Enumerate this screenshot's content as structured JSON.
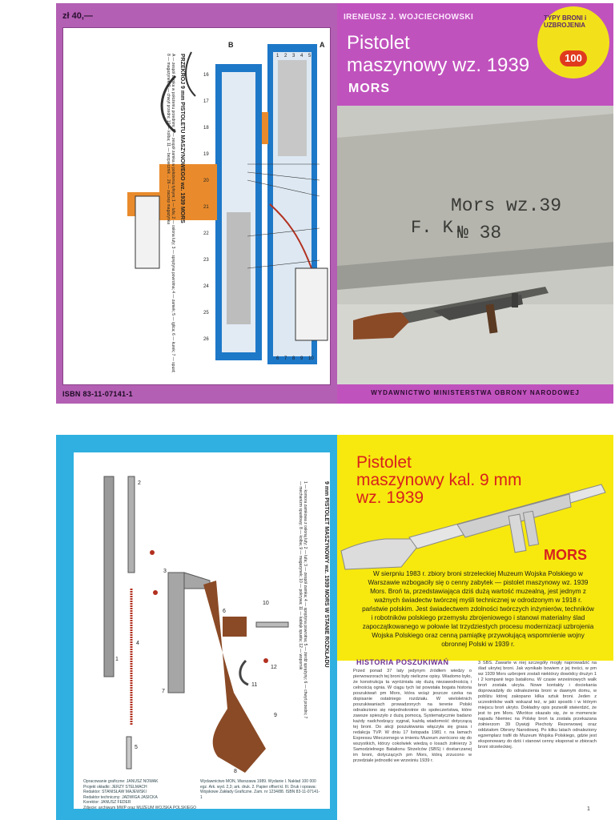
{
  "back_cover": {
    "price": "zł 40,—",
    "isbn": "ISBN 83-11-07141-1",
    "cross_section_title": "PRZEKRÓJ 9 mm PISTOLETU MASZYNOWEGO wz. 1939 MORS",
    "cross_section_text": "A — zespół zamka w położeniu przednim; B — zespół zamka w położeniu tylnym; 1 — lufa; 2 — osłona lufy; 3 — sprężyna powrotna; 4 — zamek; 5 — iglica; 6 — kurek; 7 — spust; 8 — magazynek; 9 — chwyt przedni; 10 — kolba; 11 — bezpiecznik ... 26 — zaczep magazynka",
    "marks_a": [
      "1",
      "2",
      "3",
      "4",
      "5",
      "6",
      "7",
      "8",
      "9",
      "10"
    ],
    "marks_b": [
      "16",
      "17",
      "18",
      "19",
      "20",
      "21",
      "22",
      "23",
      "24",
      "25",
      "26"
    ],
    "section_labels": [
      "A",
      "B"
    ]
  },
  "front_cover": {
    "author": "IRENEUSZ J. WOJCIECHOWSKI",
    "title_line1": "Pistolet",
    "title_line2": "maszynowy wz. 1939",
    "subtitle": "MORS",
    "series_ring": "TYPY BRONI i UZBROJENIA",
    "series_number": "100",
    "stamp_line1": "Mors wz.39",
    "stamp_line2": "F. K.",
    "stamp_line3": "№ 38",
    "publisher": "WYDAWNICTWO MINISTERSTWA OBRONY NARODOWEJ"
  },
  "exploded_view": {
    "title": "9 mm PISTOLET MASZYNOWY wz. 1939 MORS W STANIE ROZKŁADU",
    "legend": "1 — komora zamkowa z osłoną lufy; 2 — lufa; 3 — zespół zamka; 4 — sprężyna powrotna; 5 — żerdź sprężyny; 6 — chwyt przedni; 7 — mechanizm spustowy; 8 — kolba; 9 — magazynek; 10 — pokrywa; 11 — kabłąk spustu; 12 — wspornik",
    "part_numbers": [
      "1",
      "2",
      "3",
      "4",
      "5",
      "6",
      "7",
      "8",
      "9",
      "10",
      "11",
      "12"
    ],
    "credits_left": "Opracowanie graficzne: JANUSZ NOWAK\nProjekt okładki: JERZY STELMACH\nRedaktor: STANISŁAW MAJEWSKI\nRedaktor techniczny: JADWIGA JASICKA\nKorektor: JANUSZ FEDER\nZdjęcie: archiwum MWP oraz MUZEUM WOJSKA POLSKIEGO",
    "credits_right": "Wydawnictwo MON, Warszawa 1989. Wydanie I. Nakład 100 000 egz. Ark. wyd. 2,3; ark. druk. 2. Papier offset kl. III. Druk i oprawa: Wojskowe Zakłady Graficzne. Zam. nr 1234/88. ISBN 83-11-07141-1"
  },
  "first_page": {
    "title_line1": "Pistolet",
    "title_line2": "maszynowy kal. 9 mm",
    "title_line3": "wz. 1939",
    "mors": "MORS",
    "intro": "W sierpniu 1983 r. zbiory broni strzeleckiej Muzeum Wojska Polskiego w Warszawie wzbogaciły się o cenny zabytek — pistolet maszynowy wz. 1939 Mors. Broń ta, przedstawiająca dziś dużą wartość muzealną, jest jednym z ważnych świadectw twórczej myśli technicznej w odrodzonym w 1918 r. państwie polskim. Jest świadectwem zdolności twórczych inżynierów, techników i robotników polskiego przemysłu zbrojeniowego i stanowi materialny ślad zapoczątkowanego w połowie lat trzydziestych procesu modernizacji uzbrojenia Wojska Polskiego oraz cenną pamiątkę przywołującą wspomnienie wojny obronnej Polski w 1939 r.",
    "section_heading": "HISTORIA POSZUKIWAŃ",
    "column1": "Przed ponad 37 laty jedynym źródłem wiedzy o pierwowzorach tej broni były nieliczne opisy. Wiadomo było, że konstrukcja ta wyróżniała się dużą niezawodnością i celnością ognia. W ciągu tych lat powstała bogata historia poszukiwań pm Mors, która wciąż jeszcze czeka na dopisanie ostatniego rozdziału. W wieloletnich poszukiwaniach prowadzonych na terenie Polski odnaleziono się niejednokrotnie do społeczeństwa, które zawsze spieszyło z dużą pomocą. Systematycznie badano każdy nadchodzący sygnał, każdą wiadomość dotyczącą tej broni. Do akcji poszukiwania włączyła się grasa i redakcja TVP. W dniu 17 listopada 1981 r. na łamach Expressu Wieczornego w imieniu Muzeum zwrócono się do wszystkich, którzy cokolwiek wiedzą o losach żołnierzy 3 Samodzielnego Batalionu Strzelców (SBS) i dostarczanej im broni, dotyczących pm Mors, którą zrzucono w przedziale jednostki we wrześniu 1939 r.",
    "column2": "3 SBS. Zawarte w niej szczegóły mogły naprowadzić na ślad ukrytej broni. Jak wynikało bowiem z jej treści, w pm wz 1939 Mors uzbrojeni zostali niektórzy dowódcy drużyn 1 i 2 kompanii tego batalionu. W czasie wrześniowych walk broń została ukryta. Nowe kontakty i dociekania doprowadziły do odnalezienia broni w dawnym domu, w pobliżu której zakopano kilka sztuk broni. Jeden z uczestników walk wskazał też, w jaki sposób i w którym miejscu broń ukryto. Dokładny opis pozwolił stwierdzić, że jest to pm Mors. Wkrótce okazało się, że w momencie napadu Niemiec na Polskę broń ta została przekazana żołnierzom 39 Dywizji Piechoty Rezerwowej oraz oddziałom Obrony Narodowej. Po kilku latach odnaleziony egzemplarz trafił do Muzeum Wojska Polskiego, gdzie jest eksponowany do dziś i stanowi cenny eksponat w zbiorach broni strzeleckiej.",
    "page_number": "1"
  },
  "colors": {
    "back_cover": "#b35fb3",
    "front_cover": "#c052bd",
    "inner_left": "#2fb0e0",
    "yellow_band": "#f7e90e",
    "title_red": "#d8211d",
    "section_purple": "#6e3090",
    "breech_blue": "#1e78c8",
    "stock_orange": "#e98b2c",
    "wood": "#8a4a26"
  }
}
